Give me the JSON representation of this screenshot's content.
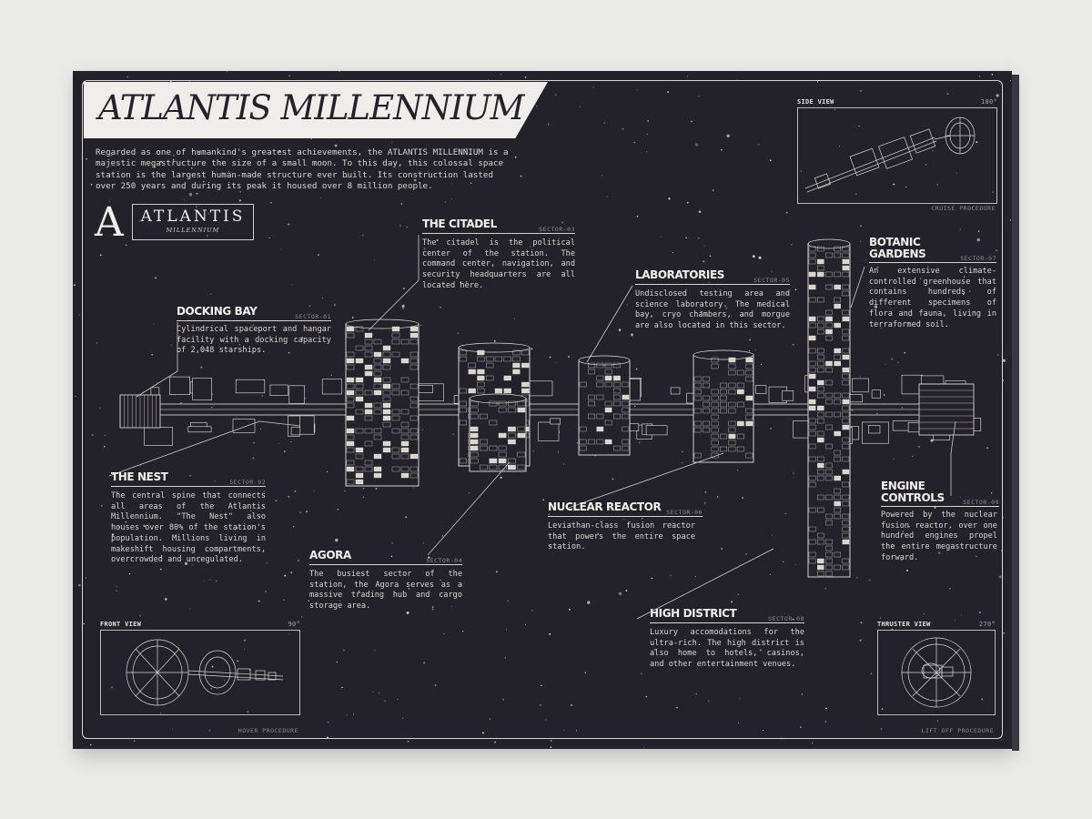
{
  "poster": {
    "title": "ATLANTIS MILLENNIUM",
    "intro": "Regarded as one of humankind's greatest achievements, the ATLANTIS MILLENNIUM is a majestic megastructure the size of a small moon. To this day, this colossal space station is the largest human-made structure ever built. Its construction lasted over 250 years and during its peak it housed over 8 million people.",
    "logo": {
      "mark": "A",
      "wordmark": "ATLANTIS",
      "sub": "MILLENNIUM"
    },
    "colors": {
      "background": "#23222b",
      "ink": "#efeeea",
      "muted": "#8d8b86"
    }
  },
  "sectors": [
    {
      "name": "DOCKING BAY",
      "sector": "SECTOR-01",
      "desc": "Cylindrical spaceport and hangar facility with a docking capacity of 2,048 starships."
    },
    {
      "name": "THE NEST",
      "sector": "SECTOR-02",
      "desc": "The central spine that connects all areas of the Atlantis Millennium. \"The Nest\" also houses over 80% of the station's population. Millions living in makeshift housing compartments, overcrowded and unregulated."
    },
    {
      "name": "THE CITADEL",
      "sector": "SECTOR-03",
      "desc": "The citadel is the political center of the station. The command center, navigation, and security headquarters are all located here."
    },
    {
      "name": "AGORA",
      "sector": "SECTOR-04",
      "desc": "The busiest sector of the station, the Agora serves as a massive trading hub and cargo storage area."
    },
    {
      "name": "LABORATORIES",
      "sector": "SECTOR-05",
      "desc": "Undisclosed testing area and science laboratory. The medical bay, cryo chambers, and morgue are also located in this sector."
    },
    {
      "name": "NUCLEAR REACTOR",
      "sector": "SECTOR-06",
      "desc": "Leviathan-class fusion reactor that powers the entire space station."
    },
    {
      "name": "BOTANIC GARDENS",
      "name_line1": "BOTANIC",
      "name_line2": "GARDENS",
      "sector": "SECTOR-07",
      "desc": "An extensive climate-controlled greenhouse that contains hundreds of different specimens of flora and fauna, living in terraformed soil."
    },
    {
      "name": "HIGH DISTRICT",
      "sector": "SECTOR-08",
      "desc": "Luxury accomodations for the ultra-rich. The high district is also home to hotels, casinos, and other entertainment venues."
    },
    {
      "name": "ENGINE CONTROLS",
      "name_line1": "ENGINE",
      "name_line2": "CONTROLS",
      "sector": "SECTOR-09",
      "desc": "Powered by the nuclear fusion reactor, over one hundred engines propel the entire megastructure forward."
    }
  ],
  "views": [
    {
      "label": "SIDE VIEW",
      "angle": "180°",
      "caption": "CRUISE PROCEDURE"
    },
    {
      "label": "FRONT VIEW",
      "angle": "90°",
      "caption": "HOVER PROCEDURE"
    },
    {
      "label": "THRUSTER VIEW",
      "angle": "270°",
      "caption": "LIFT OFF PROCEDURE"
    }
  ]
}
